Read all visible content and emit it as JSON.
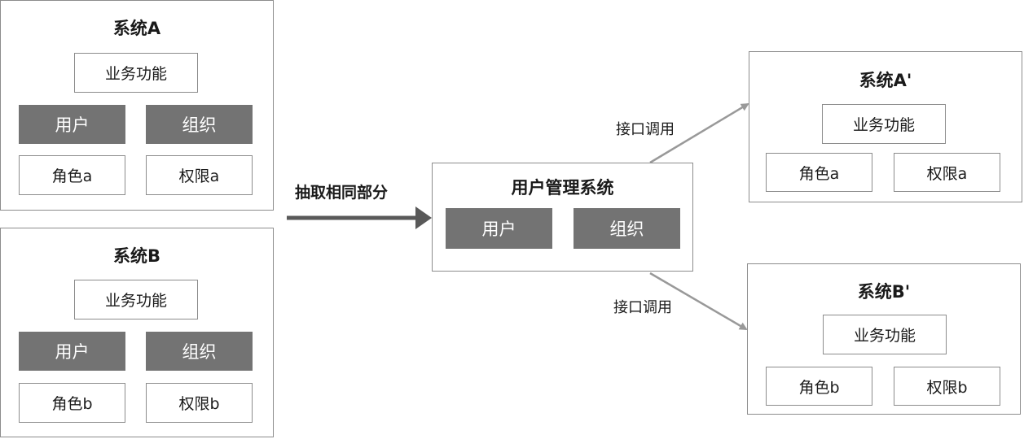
{
  "systemA": {
    "title": "系统A",
    "business": "业务功能",
    "user": "用户",
    "org": "组织",
    "role": "角色a",
    "perm": "权限a"
  },
  "systemB": {
    "title": "系统B",
    "business": "业务功能",
    "user": "用户",
    "org": "组织",
    "role": "角色b",
    "perm": "权限b"
  },
  "extract_label": "抽取相同部分",
  "ums": {
    "title": "用户管理系统",
    "user": "用户",
    "org": "组织"
  },
  "api_label_top": "接口调用",
  "api_label_bottom": "接口调用",
  "systemA2": {
    "title": "系统A'",
    "business": "业务功能",
    "role": "角色a",
    "perm": "权限a"
  },
  "systemB2": {
    "title": "系统B'",
    "business": "业务功能",
    "role": "角色b",
    "perm": "权限b"
  },
  "colors": {
    "border": "#8c8c8c",
    "dark_fill": "#737373",
    "arrow_dark": "#595959",
    "arrow_light": "#999999"
  }
}
